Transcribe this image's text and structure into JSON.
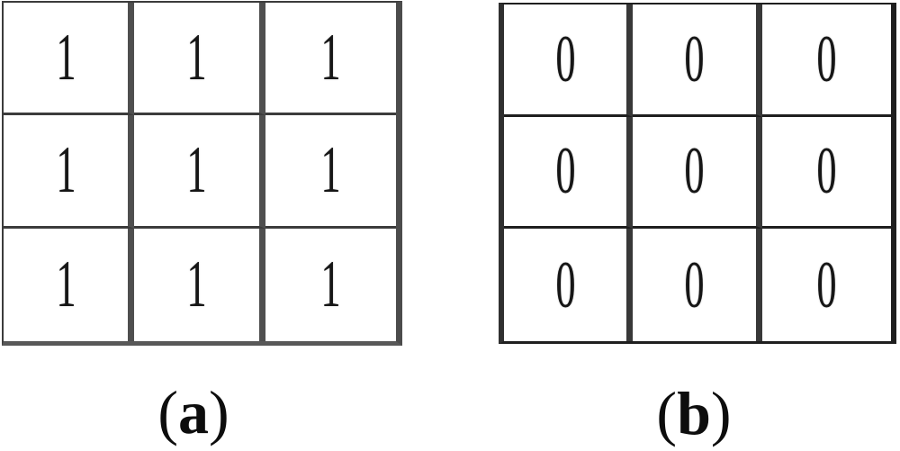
{
  "figure": {
    "background": "#ffffff",
    "panels": [
      {
        "name": "panel-a",
        "label": {
          "open": "(",
          "letter": "a",
          "close": ")"
        },
        "rows": 3,
        "cols": 3,
        "fill_value": "1",
        "cells": [
          "1",
          "1",
          "1",
          "1",
          "1",
          "1",
          "1",
          "1",
          "1"
        ]
      },
      {
        "name": "panel-b",
        "label": {
          "open": "(",
          "letter": "b",
          "close": ")"
        },
        "rows": 3,
        "cols": 3,
        "fill_value": "0",
        "cells": [
          "0",
          "0",
          "0",
          "0",
          "0",
          "0",
          "0",
          "0",
          "0"
        ]
      }
    ],
    "colors": {
      "background": "#ffffff",
      "grid_a_line_thick": "#4f4f4f",
      "grid_a_line_thin": "#3c3c3c",
      "grid_b_line_thick": "#383838",
      "grid_b_line_thin": "#1f1f1f",
      "digit": "#161616",
      "caption": "#0d0d0d"
    }
  }
}
